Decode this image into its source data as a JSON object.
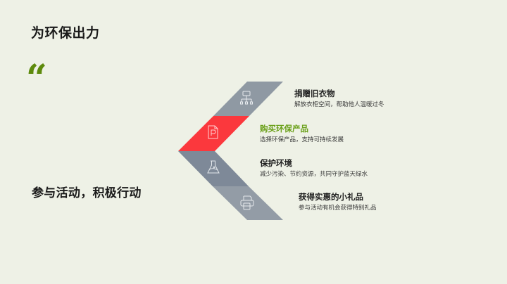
{
  "page": {
    "title": "为环保出力",
    "quote_mark": "“",
    "slogan": "参与活动，积极行动"
  },
  "colors": {
    "background": "#eef1e6",
    "accent_green": "#6aa019",
    "quote_green": "#5d8a0c",
    "highlight_red": "#fb383d",
    "band_gray_1": "#8f99a3",
    "band_gray_3": "#7e8998",
    "band_gray_4": "#939ca6"
  },
  "steps": [
    {
      "icon": "hierarchy-icon",
      "title": "捐赠旧衣物",
      "desc": "解放衣柜空间，帮助他人温暖过冬",
      "highlighted": false
    },
    {
      "icon": "document-p-icon",
      "title": "购买环保产品",
      "desc": "选择环保产品，支持可持续发展",
      "highlighted": true
    },
    {
      "icon": "flask-icon",
      "title": "保护环境",
      "desc": "减少污染、节约资源，共同守护蓝天绿水",
      "highlighted": false
    },
    {
      "icon": "printer-icon",
      "title": "获得实惠的小礼品",
      "desc": "参与活动有机会获得特别礼品",
      "highlighted": false
    }
  ]
}
